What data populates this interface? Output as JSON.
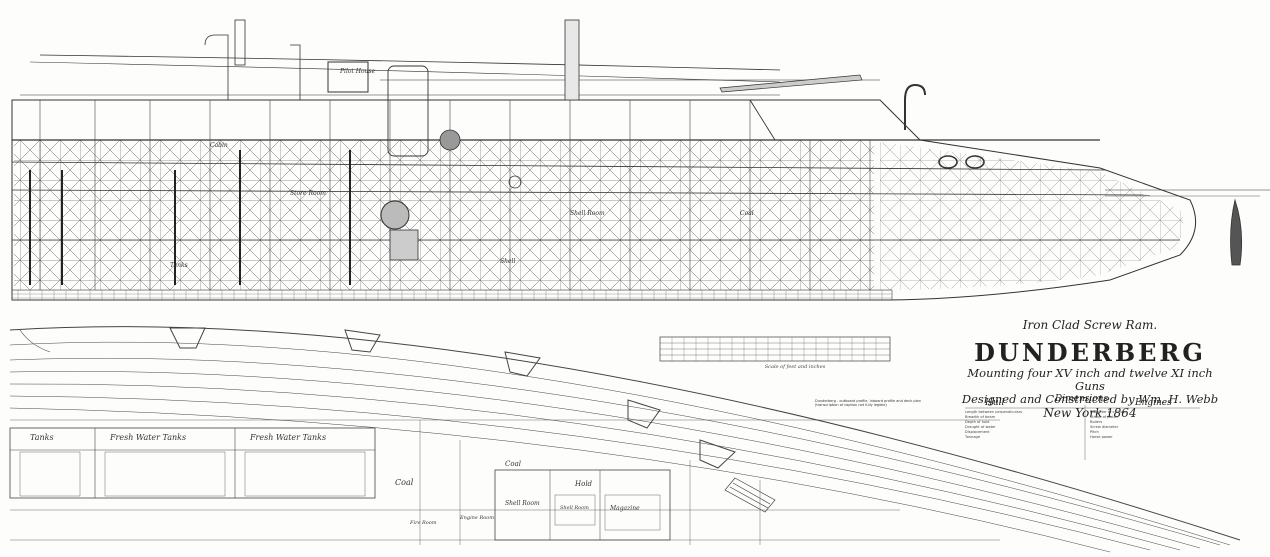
{
  "title_block": {
    "line1": "Iron Clad Screw Ram.",
    "line2": "DUNDERBERG",
    "line3": "Mounting four XV inch and twelve XI inch Guns",
    "line4": "Designed and Constructed by Wm. H. Webb",
    "line5": "New York 1864"
  },
  "caption": "Dunderberg - outboard profile, inboard profile and deck plan (transcription of caption not fully legible)",
  "scale_label": "Scale of feet and inches",
  "dimensions": {
    "heading_hull": "Hull",
    "heading_dimensions": "Dimensions",
    "heading_engines": "Engines",
    "hull_rows": [
      "Length between perpendiculars",
      "Breadth of beam",
      "Depth of hold",
      "Draught of water",
      "Displacement",
      "Tonnage"
    ],
    "engine_rows": [
      "Diameter of cylinder",
      "Stroke of piston",
      "Boilers",
      "Screw diameter",
      "Pitch",
      "Horse power"
    ]
  },
  "profile_labels": [
    "Pilot House",
    "Cabin",
    "Store Room",
    "Shell",
    "Shell Room",
    "Coal",
    "Tanks"
  ],
  "plan_labels": [
    "Tanks",
    "Fresh Water Tanks",
    "Fresh Water Tanks",
    "Coal",
    "Coal",
    "Hold",
    "Shell Room",
    "Magazine",
    "Shell Room",
    "Engine Room",
    "Fire Room"
  ]
}
